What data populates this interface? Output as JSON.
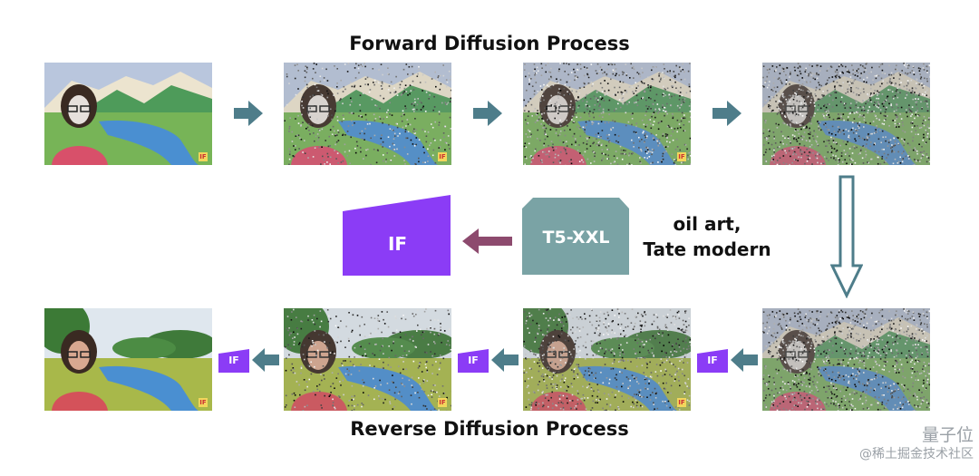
{
  "diagram": {
    "forward_title": "Forward Diffusion Process",
    "reverse_title": "Reverse Diffusion Process",
    "prompt_line1": "oil art,",
    "prompt_line2": "Tate modern",
    "text_encoder_label": "T5-XXL",
    "model_label": "IF",
    "small_model_label": "IF",
    "badge_text": "IF",
    "forward_noise_levels": [
      0,
      0.35,
      0.6,
      0.85
    ],
    "reverse_noise_levels": [
      0.85,
      0.55,
      0.3,
      0
    ]
  },
  "colors": {
    "arrow_teal": "#4e7d8a",
    "arrow_mauve": "#8d4a6e",
    "t5_box": "#7aa3a5",
    "if_purple": "#8b3cf6",
    "outline_arrow": "#4e7d8a"
  },
  "watermark": {
    "line1": "量子位",
    "line2": "@稀土掘金技术社区"
  }
}
